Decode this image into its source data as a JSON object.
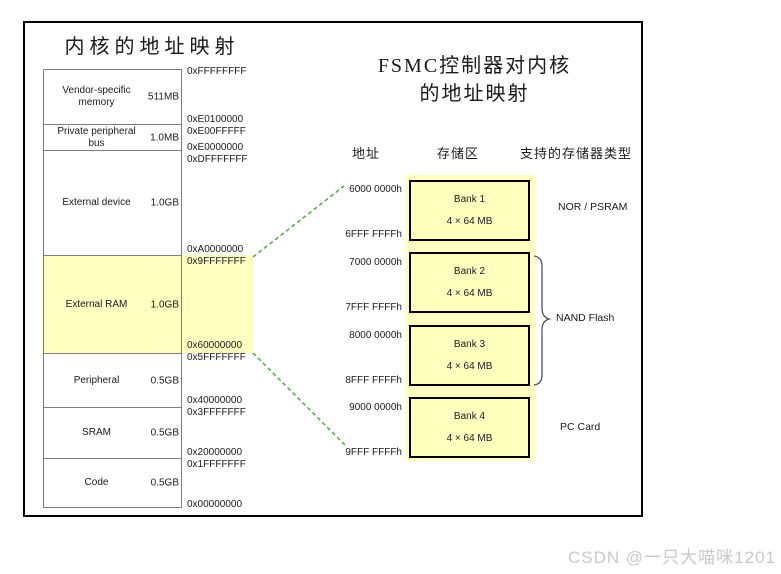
{
  "colors": {
    "highlight_yellow": "#FFFFC2",
    "bank_fill_yellow": "#FFFFBE",
    "connector_green": "#55A546",
    "inner_line_gray": "#7D7D7D",
    "watermark_gray": "#C9C9C9"
  },
  "left_panel": {
    "title": "内核的地址映射",
    "regions": [
      {
        "name": "Vendor-specific memory",
        "size": "511MB"
      },
      {
        "name": "Private peripheral bus",
        "size": "1.0MB"
      },
      {
        "name": "External device",
        "size": "1.0GB"
      },
      {
        "name": "External RAM",
        "size": "1.0GB"
      },
      {
        "name": "Peripheral",
        "size": "0.5GB"
      },
      {
        "name": "SRAM",
        "size": "0.5GB"
      },
      {
        "name": "Code",
        "size": "0.5GB"
      }
    ],
    "addresses": [
      "0xFFFFFFFF",
      "0xE0100000",
      "0xE00FFFFF",
      "0xE0000000",
      "0xDFFFFFFF",
      "0xA0000000",
      "0x9FFFFFFF",
      "0x60000000",
      "0x5FFFFFFF",
      "0x40000000",
      "0x3FFFFFFF",
      "0x20000000",
      "0x1FFFFFFF",
      "0x00000000"
    ]
  },
  "right_panel": {
    "title_line1": "FSMC控制器对内核",
    "title_line2": "的地址映射",
    "col_address": "地址",
    "col_bank": "存储区",
    "col_type": "支持的存储器类型",
    "banks": [
      {
        "name": "Bank 1",
        "size": "4 × 64 MB",
        "start": "6000 0000h",
        "end": "6FFF FFFFh"
      },
      {
        "name": "Bank 2",
        "size": "4 × 64 MB",
        "start": "7000 0000h",
        "end": "7FFF FFFFh"
      },
      {
        "name": "Bank 3",
        "size": "4 × 64 MB",
        "start": "8000 0000h",
        "end": "8FFF FFFFh"
      },
      {
        "name": "Bank 4",
        "size": "4 × 64 MB",
        "start": "9000 0000h",
        "end": "9FFF FFFFh"
      }
    ],
    "types": [
      {
        "label": "NOR / PSRAM"
      },
      {
        "label": "NAND Flash"
      },
      {
        "label": "PC Card"
      }
    ]
  },
  "watermark": "CSDN @一只大喵咪1201"
}
